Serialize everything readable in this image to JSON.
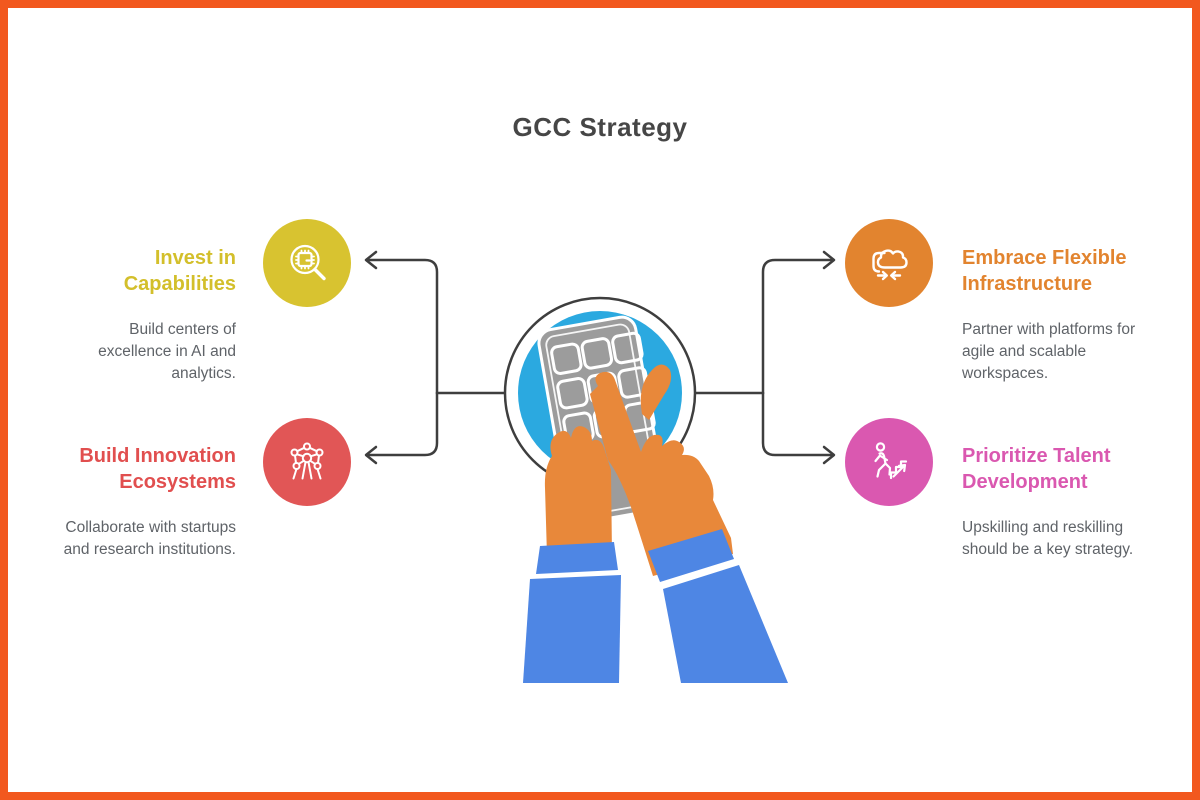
{
  "frame_color": "#F2581E",
  "canvas_color": "#FFFFFF",
  "title": "GCC Strategy",
  "title_color": "#464646",
  "connector_color": "#3E3E3E",
  "body_text_color": "#5F6368",
  "items": [
    {
      "id": "invest-capabilities",
      "side": "top-left",
      "title": "Invest in Capabilities",
      "description": "Build centers of excellence in AI and analytics.",
      "color": "#D3BF2B",
      "circle_color": "#D8C330",
      "icon": "chip-magnifier-icon"
    },
    {
      "id": "build-innovation-ecosystems",
      "side": "bottom-left",
      "title": "Build Innovation Ecosystems",
      "description": "Collaborate with startups and research institutions.",
      "color": "#E14F4F",
      "circle_color": "#E15656",
      "icon": "network-nodes-icon"
    },
    {
      "id": "embrace-flexible-infrastructure",
      "side": "top-right",
      "title": "Embrace Flexible Infrastructure",
      "description": "Partner with platforms for agile and scalable workspaces.",
      "color": "#E2842F",
      "circle_color": "#E2842F",
      "icon": "cloud-sync-icon"
    },
    {
      "id": "prioritize-talent-development",
      "side": "bottom-right",
      "title": "Prioritize Talent Development",
      "description": "Upskilling and reskilling should be a key strategy.",
      "color": "#DA58B0",
      "circle_color": "#DA58B0",
      "icon": "career-stairs-icon"
    }
  ],
  "center_illustration": {
    "name": "hands-using-smartphone-illustration",
    "ring_color": "#3E3E3E",
    "inner_circle_color": "#2BA9E0",
    "phone_color": "#9C9C9C",
    "hands_color": "#E8883A",
    "sleeves_color": "#4E86E4"
  }
}
